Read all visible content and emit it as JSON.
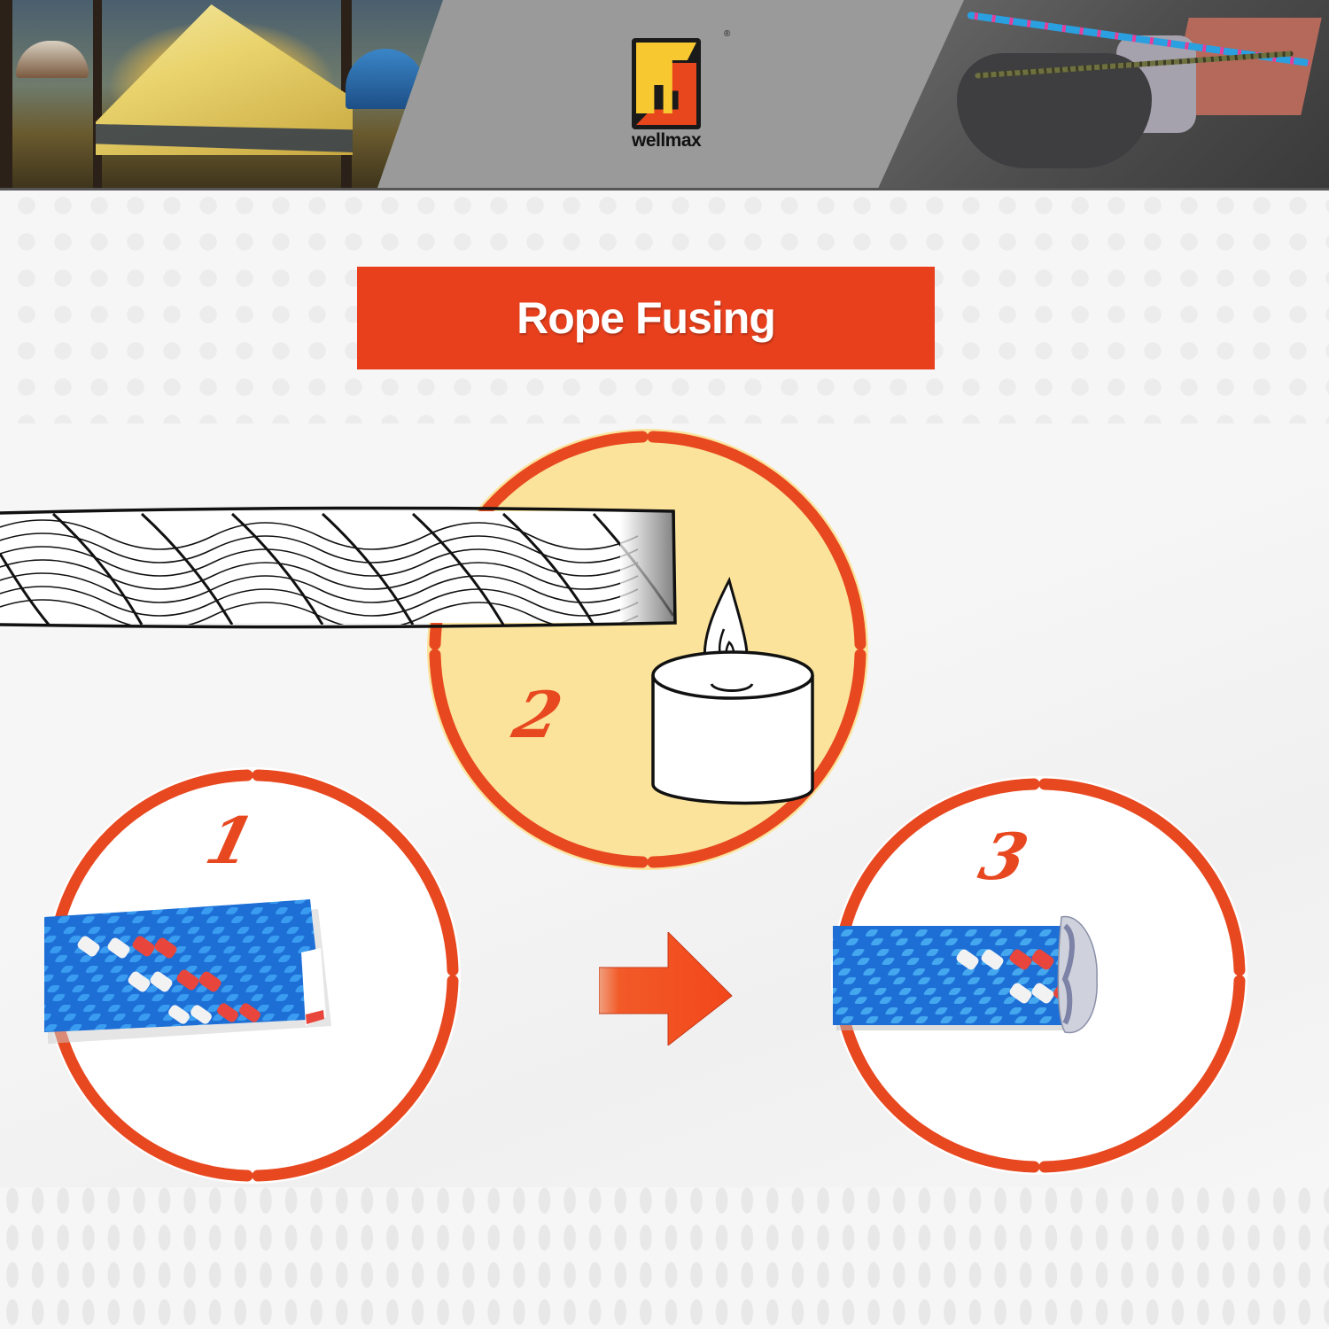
{
  "brand": {
    "name": "wellmax",
    "registered_mark": "®",
    "logo_colors": {
      "yellow": "#f8c830",
      "red": "#e8461c",
      "frame": "#1a1a1a"
    }
  },
  "banner": {
    "left_photo": "camping-tents-at-sunset",
    "right_photo": "gloved-hands-holding-rope",
    "center_bg": "#9a9a9a"
  },
  "title": {
    "text": "Rope Fusing",
    "bg_color": "#e8401d",
    "text_color": "#ffffff"
  },
  "steps": [
    {
      "number": "1",
      "label": "frayed-braided-rope-end",
      "description_icon": "rope-cut-end-photo"
    },
    {
      "number": "2",
      "label": "heat-rope-end-over-candle-flame",
      "description_icon": "candle-flame-icon"
    },
    {
      "number": "3",
      "label": "fused-sealed-rope-end",
      "description_icon": "rope-fused-end-photo"
    }
  ],
  "colors": {
    "accent": "#e8481f",
    "step2_fill": "#fbe39b",
    "rope_blue": "#1d74d8",
    "rope_light_blue": "#45a8ef",
    "rope_red": "#e8463c",
    "rope_white": "#f2f2f2",
    "page_bg": "#f6f6f6"
  },
  "arrow": {
    "direction": "right",
    "meaning": "before-to-after"
  }
}
